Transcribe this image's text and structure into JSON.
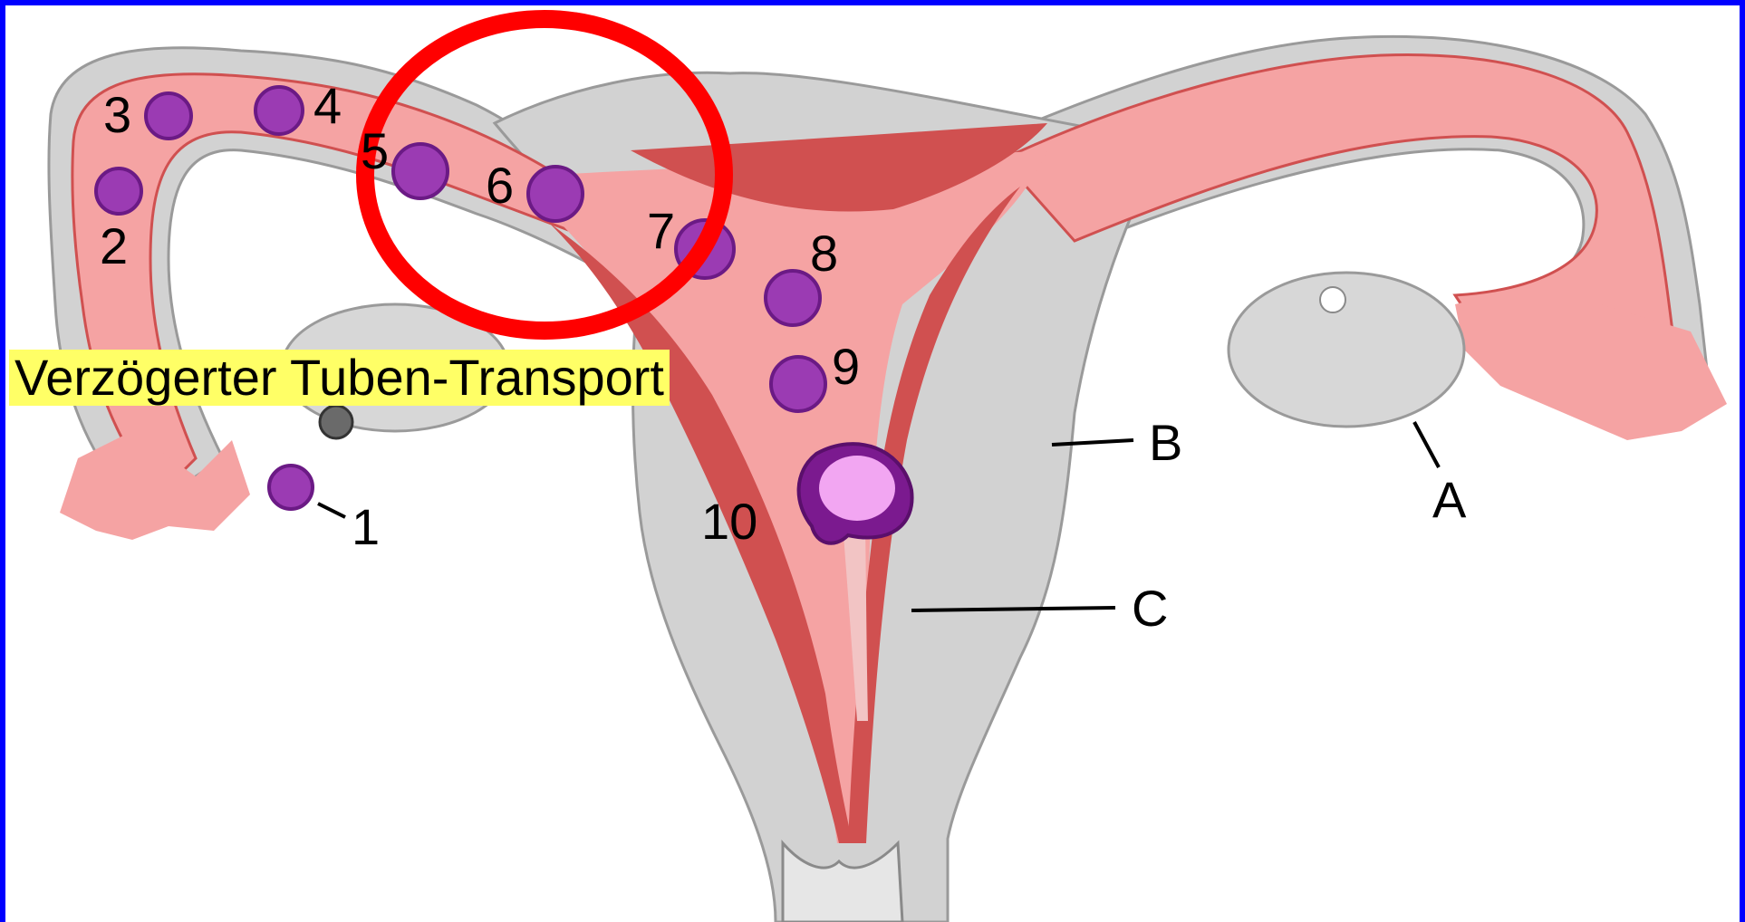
{
  "diagram": {
    "caption": "Verzögerter Tuben-Transport",
    "stage_labels": [
      "1",
      "2",
      "3",
      "4",
      "5",
      "6",
      "7",
      "8",
      "9",
      "10"
    ],
    "structure_labels": [
      "A",
      "B",
      "C"
    ],
    "colors": {
      "frame": "#0000ff",
      "highlight_circle": "#ff0000",
      "caption_background": "#ffff66",
      "tissue": "#d2d2d2",
      "lumen": "#f5a3a3",
      "endometrium": "#d05050",
      "embryo": "#7b1a8f",
      "blastocyst_cavity": "#f2a6f2"
    },
    "icons": [
      "embryo-stage-icon",
      "highlight-circle-icon",
      "ovary-icon",
      "follicle-icon"
    ]
  }
}
